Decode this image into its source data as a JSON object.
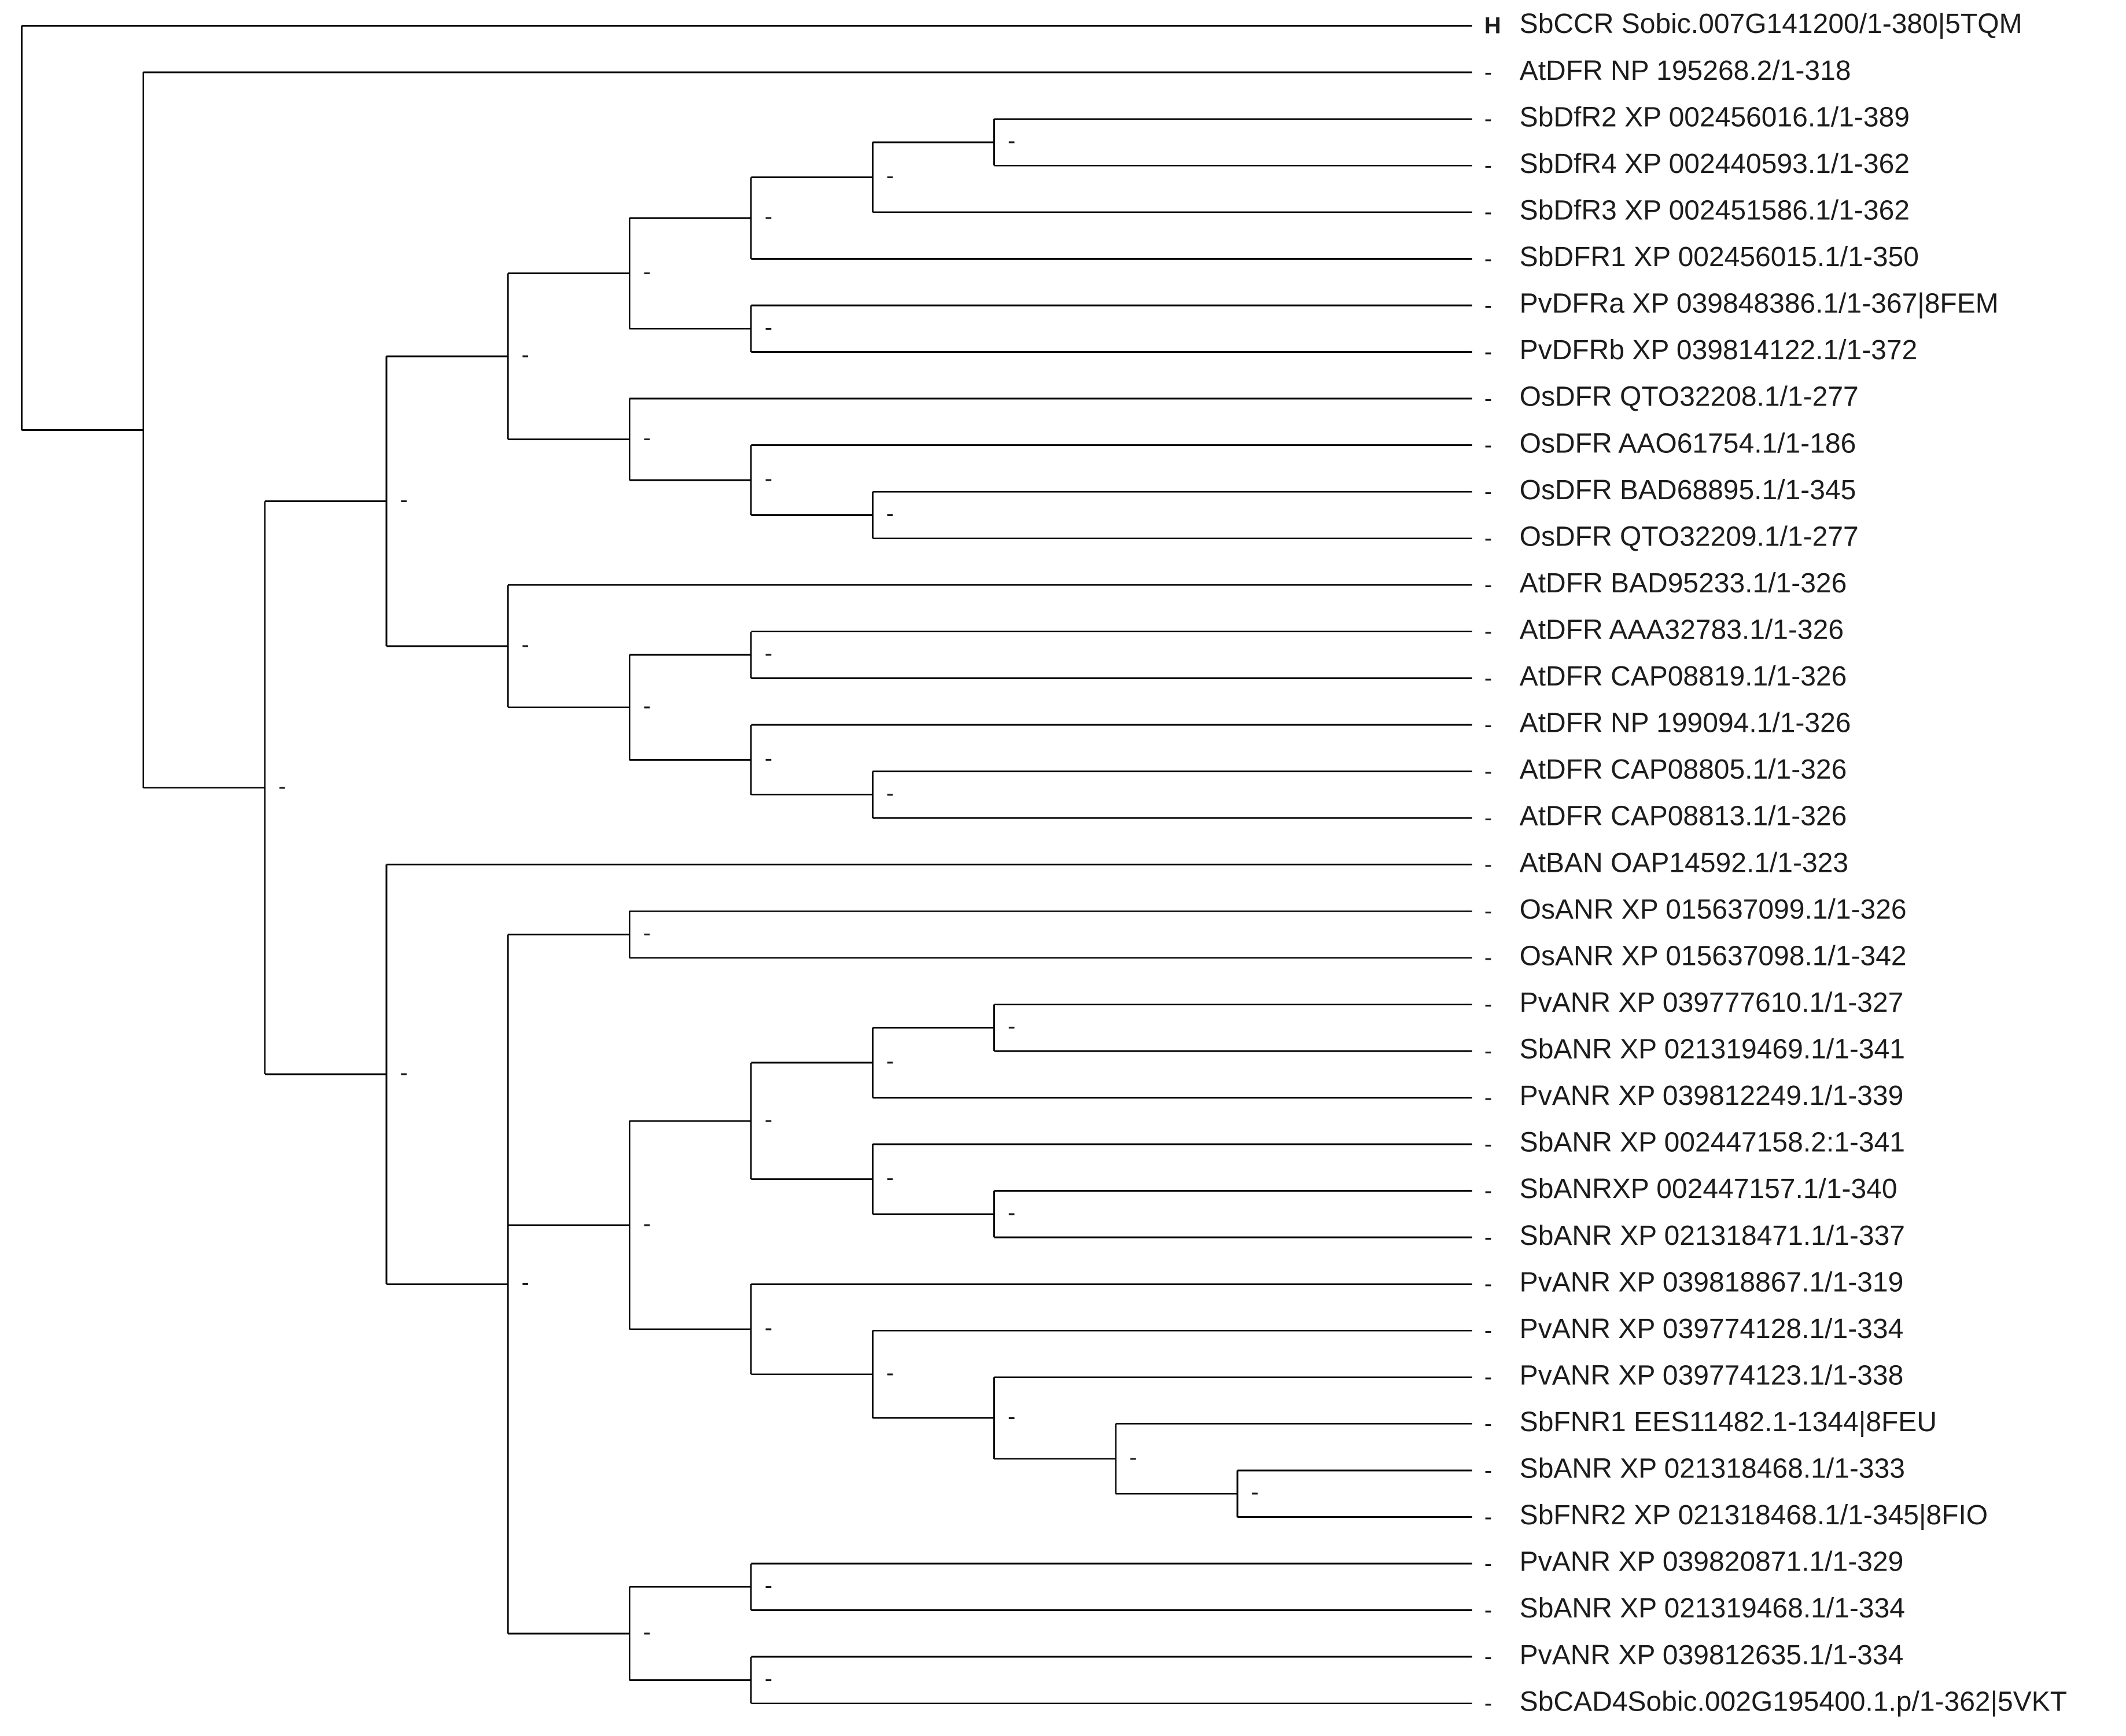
{
  "tree": {
    "root_marker": "H",
    "node_marker": "-",
    "leaves": [
      "SbCCR Sobic.007G141200/1-380|5TQM",
      "AtDFR NP 195268.2/1-318",
      "SbDfR2 XP 002456016.1/1-389",
      "SbDfR4 XP 002440593.1/1-362",
      "SbDfR3 XP 002451586.1/1-362",
      "SbDFR1 XP 002456015.1/1-350",
      "PvDFRa XP 039848386.1/1-367|8FEM",
      "PvDFRb XP 039814122.1/1-372",
      "OsDFR QTO32208.1/1-277",
      "OsDFR AAO61754.1/1-186",
      "OsDFR BAD68895.1/1-345",
      "OsDFR QTO32209.1/1-277",
      "AtDFR BAD95233.1/1-326",
      "AtDFR AAA32783.1/1-326",
      "AtDFR CAP08819.1/1-326",
      "AtDFR NP 199094.1/1-326",
      "AtDFR CAP08805.1/1-326",
      "AtDFR CAP08813.1/1-326",
      "AtBAN OAP14592.1/1-323",
      "OsANR XP 015637099.1/1-326",
      "OsANR XP 015637098.1/1-342",
      "PvANR XP 039777610.1/1-327",
      "SbANR XP 021319469.1/1-341",
      "PvANR XP 039812249.1/1-339",
      "SbANR XP 002447158.2:1-341",
      "SbANRXP 002447157.1/1-340",
      "SbANR XP 021318471.1/1-337",
      "PvANR XP 039818867.1/1-319",
      "PvANR XP 039774128.1/1-334",
      "PvANR XP 039774123.1/1-338",
      "SbFNR1 EES11482.1-1344|8FEU",
      "SbANR XP 021318468.1/1-333",
      "SbFNR2 XP 021318468.1/1-345|8FIO",
      "PvANR XP 039820871.1/1-329",
      "SbANR XP 021319468.1/1-334",
      "PvANR XP 039812635.1/1-334",
      "SbCAD4Sobic.002G195400.1.p/1-362|5VKT"
    ],
    "newick": "(SbCCR,(AtDFR_NP195268,(((((((SbDfR2,SbDfR4),SbDfR3),SbDFR1),(PvDFRa,PvDFRb)),(OsDFR_QTO32208,(OsDFR_AAO61754,(OsDFR_BAD68895,OsDFR_QTO32209)))),(AtDFR_BAD95233,((AtDFR_AAA32783,AtDFR_CAP08819),(AtDFR_NP199094,(AtDFR_CAP08805,AtDFR_CAP08813))))),(AtBAN,((OsANR_099,OsANR_098),((((PvANR_610,SbANR_469),PvANR_249),(SbANR_158,(SbANRXP_157,SbANR_471))),(PvANR_867,(PvANR_128,(PvANR_123,(SbFNR1,(SbANR_468,SbFNR2)))))),((PvANR_871,SbANR_468b),(PvANR_635,SbCAD4))))))));"
  }
}
